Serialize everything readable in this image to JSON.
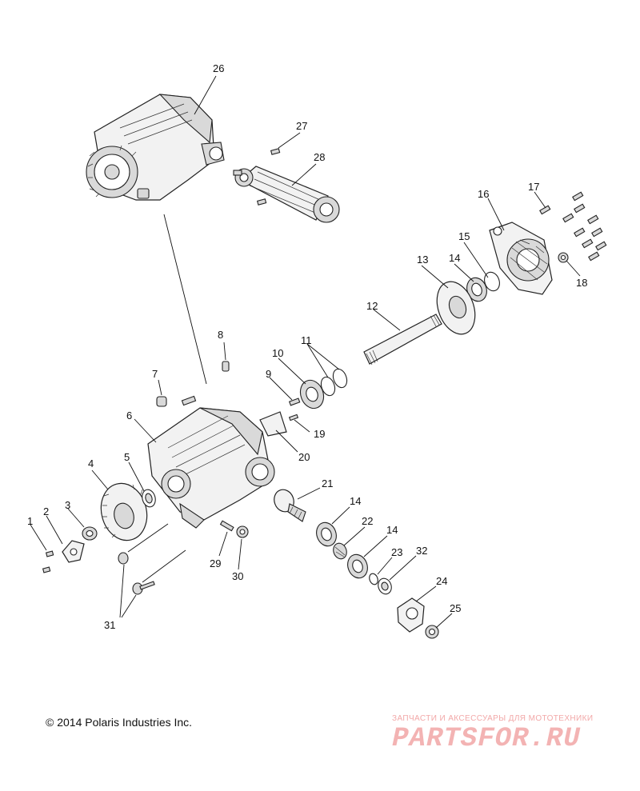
{
  "copyright": "© 2014 Polaris Industries Inc.",
  "watermark": {
    "tagline": "ЗАПЧАСТИ И АКСЕССУАРЫ ДЛЯ МОТОТЕХНИКИ",
    "logo": "PARTSFOR.RU",
    "color": "#f3b3b3"
  },
  "callouts": {
    "c1": "1",
    "c2": "2",
    "c3": "3",
    "c4": "4",
    "c5": "5",
    "c6": "6",
    "c7": "7",
    "c8": "8",
    "c9": "9",
    "c10": "10",
    "c11": "11",
    "c12": "12",
    "c13": "13",
    "c14a": "14",
    "c14b": "14",
    "c14c": "14",
    "c15": "15",
    "c16": "16",
    "c17": "17",
    "c18": "18",
    "c19": "19",
    "c20": "20",
    "c21": "21",
    "c22": "22",
    "c23": "23",
    "c24": "24",
    "c25": "25",
    "c26": "26",
    "c27": "27",
    "c28": "28",
    "c29": "29",
    "c30": "30",
    "c31": "31",
    "c32": "32"
  }
}
